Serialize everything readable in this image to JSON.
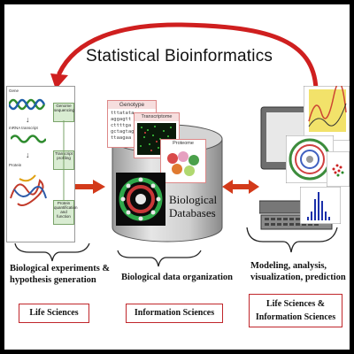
{
  "title": "Statistical Bioinformatics",
  "left_panel": {
    "top_label": "Gene",
    "mrna_label": "mRNA transcript",
    "protein_label": "Protein",
    "boxes": [
      "Genome sequencing",
      "Transcript profiling",
      "Protein quantification and function"
    ]
  },
  "center_panel": {
    "genotype_label": "Genotype",
    "genotype_text": [
      "tttatata",
      "aggagtt",
      "cttttga",
      "gctagtag",
      "ttaagaa"
    ],
    "transcriptome_label": "Transcriptome",
    "proteome_label": "Proteome",
    "database_label_line1": "Biological",
    "database_label_line2": "Databases"
  },
  "captions": {
    "left_line1": "Biological experiments &",
    "left_line2": "hypothesis generation",
    "center": "Biological data organization",
    "right_line1": "Modeling, analysis,",
    "right_line2": "visualization, prediction"
  },
  "boxes": {
    "life_sciences": "Life Sciences",
    "information_sciences": "Information Sciences",
    "combined_line1": "Life Sciences &",
    "combined_line2": "Information Sciences"
  },
  "colors": {
    "arrow_red": "#cf1f1f",
    "box_border": "#c0262b",
    "frame": "#000000"
  }
}
